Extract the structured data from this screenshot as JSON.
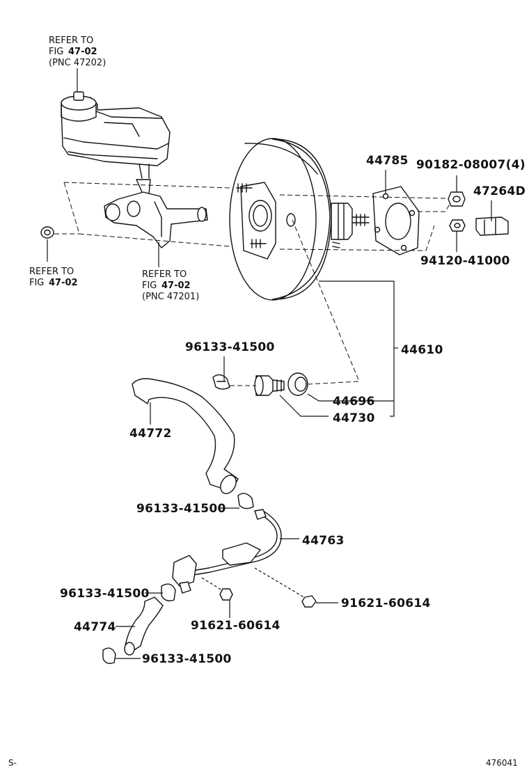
{
  "references": [
    {
      "line1": "REFER TO",
      "fig_prefix": "FIG",
      "fig": "47-02",
      "pnc": "(PNC 47202)"
    },
    {
      "line1": "REFER TO",
      "fig_prefix": "FIG",
      "fig": "47-02"
    },
    {
      "line1": "REFER TO",
      "fig_prefix": "FIG",
      "fig": "47-02",
      "pnc": "(PNC 47201)"
    }
  ],
  "part_numbers": {
    "p44785": "44785",
    "p9018208007": "90182-08007(4)",
    "p47264D": "47264D",
    "p9412041000": "94120-41000",
    "p44610": "44610",
    "p44696": "44696",
    "p44730": "44730",
    "p44772": "44772",
    "p44763": "44763",
    "p44774": "44774",
    "clamp_a": "96133-41500",
    "clamp_b": "96133-41500",
    "clamp_c": "96133-41500",
    "clamp_d": "96133-41500",
    "bolt_a": "91621-60614",
    "bolt_b": "91621-60614"
  },
  "footer": {
    "left_code": "S-",
    "illustration_number": "476041"
  }
}
